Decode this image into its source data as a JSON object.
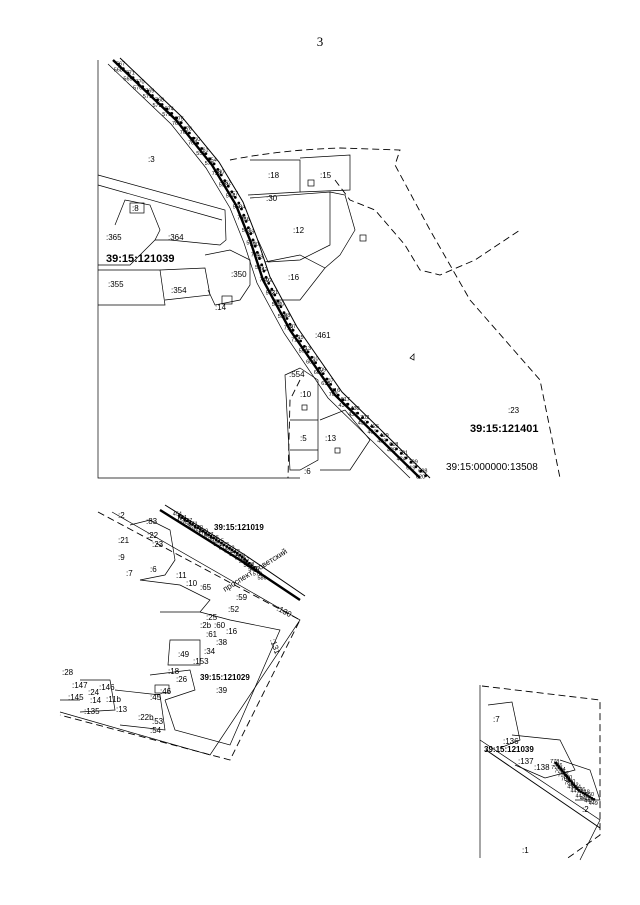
{
  "page_number": "3",
  "map1": {
    "parcels": [
      {
        "id": "p3",
        "label": ":3"
      },
      {
        "id": "p18",
        "label": ":18"
      },
      {
        "id": "p15",
        "label": ":15"
      },
      {
        "id": "p30",
        "label": ":30"
      },
      {
        "id": "p12",
        "label": ":12"
      },
      {
        "id": "p16",
        "label": ":16"
      },
      {
        "id": "p365",
        "label": ":365"
      },
      {
        "id": "p364",
        "label": ":364"
      },
      {
        "id": "p355",
        "label": ":355"
      },
      {
        "id": "p354",
        "label": ":354"
      },
      {
        "id": "p350",
        "label": ":350"
      },
      {
        "id": "p461",
        "label": ":461"
      },
      {
        "id": "p554",
        "label": ":554"
      },
      {
        "id": "p10",
        "label": ":10"
      },
      {
        "id": "p5",
        "label": ":5"
      },
      {
        "id": "p13",
        "label": ":13"
      },
      {
        "id": "p6",
        "label": ":6"
      },
      {
        "id": "p23",
        "label": ":23"
      },
      {
        "id": "p8",
        "label": ":8"
      },
      {
        "id": "p14",
        "label": ":14"
      }
    ],
    "quarters": {
      "q121039": "39:15:121039",
      "q121401": "39:15:121401",
      "q000000": "39:15:000000:13508"
    },
    "points": [
      "568",
      "567",
      "569",
      "771",
      "570",
      "770",
      "571",
      "769",
      "572",
      "768",
      "573",
      "574",
      "766",
      "575",
      "765",
      "576",
      "764",
      "550",
      "551",
      "761",
      "578",
      "554",
      "759",
      "580",
      "558",
      "562",
      "564",
      "757",
      "566",
      "584",
      "786",
      "556",
      "587",
      "588",
      "589",
      "590",
      "744",
      "748",
      "581",
      "742",
      "740",
      "592",
      "593",
      "721",
      "595",
      "720",
      "596",
      "598",
      "718",
      "597",
      "717",
      "715",
      "599",
      "713",
      "603",
      "710",
      "607",
      "709",
      "615",
      "707",
      "703",
      "616",
      "434",
      "617",
      "437",
      "430",
      "436",
      "702",
      "432",
      "426",
      "428",
      "439",
      "425",
      "618",
      "424",
      "701",
      "619",
      "799",
      "620",
      "698"
    ]
  },
  "map2": {
    "parcels": [
      ":2",
      ":83",
      ":21",
      ":22",
      ":23",
      ":9",
      ":7",
      ":6",
      ":11",
      ":10",
      ":65",
      ":52",
      ":59",
      ":25",
      ":60",
      ":16",
      ":2b",
      ":61",
      ":38",
      ":34",
      ":49",
      ":153",
      ":18",
      ":26",
      ":46",
      ":45",
      ":39",
      ":147",
      ":24",
      ":146",
      ":145",
      ":14",
      ":11b",
      ":135",
      ":13",
      ":22b",
      ":53",
      ":54",
      ":28",
      ":130",
      ":131"
    ],
    "quarters": {
      "q121019": "39:15:121019",
      "q121029": "39:15:121029"
    },
    "street": "проспект Советский",
    "points": [
      "451",
      "454",
      "458",
      "461",
      "465",
      "467",
      "463",
      "471",
      "475",
      "480",
      "484",
      "489",
      "493",
      "497",
      "502",
      "506",
      "511",
      "515",
      "520",
      "525",
      "528",
      "533",
      "537",
      "542",
      "546",
      "549",
      "553",
      "557",
      "563",
      "568",
      "573",
      "576",
      "580"
    ]
  },
  "map3": {
    "parcels": [
      ":7",
      ":136",
      ":137",
      ":138",
      ":2",
      ":1"
    ],
    "quarter": "39:15:121039",
    "points": [
      "779",
      "778",
      "777",
      "776",
      "775",
      "784",
      "783",
      "782",
      "781",
      "780",
      "439",
      "440",
      "441",
      "442",
      "443",
      "444",
      "445",
      "446",
      "447",
      "448",
      "449",
      "450"
    ]
  }
}
